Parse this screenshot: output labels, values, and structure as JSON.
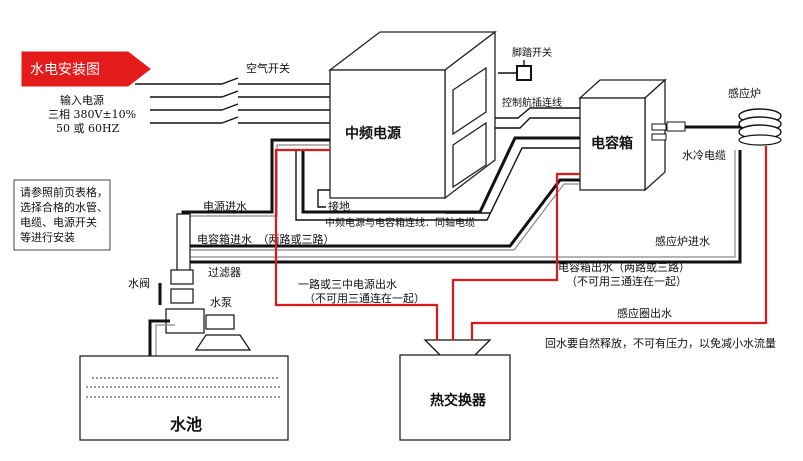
{
  "title": "水电安装图",
  "title_color": "#e31b1b",
  "power_input": {
    "line1": "输入电源",
    "line2": "三相 380V±10%",
    "line3": "50 或 60HZ"
  },
  "air_switch": "空气开关",
  "foot_switch": "脚踏开关",
  "control_line": "控制航插连线",
  "mid_freq_power": "中频电源",
  "capacitor_box": "电容箱",
  "induction_coil": "感应炉",
  "water_cooled_cable": "水冷电缆",
  "ground": "接地",
  "coax_cable": "中频电源与电容箱连线：同轴电缆",
  "power_water_in": "电源进水",
  "cap_water_in": "电容箱进水　（两路或三路）",
  "coil_water_in": "感应炉进水",
  "filter": "过滤器",
  "valve": "水阀",
  "pump": "水泵",
  "power_water_out": {
    "line1": "一路或三中电源出水",
    "line2": "（不可用三通连在一起）"
  },
  "cap_water_out": {
    "line1": "电容箱出水（两路或三路）",
    "line2": "（不可用三通连在一起）"
  },
  "coil_water_out": "感应圈出水",
  "return_note": "回水要自然释放，不可有压力，以免减小水流量",
  "pool": "水池",
  "heat_exchanger": "热交换器",
  "note": {
    "line1": "请参照前页表格，",
    "line2": "选择合格的水管、",
    "line3": "电缆、电源开关",
    "line4": "等进行安装"
  },
  "colors": {
    "water_supply": "#111111",
    "water_return": "#e01818"
  }
}
